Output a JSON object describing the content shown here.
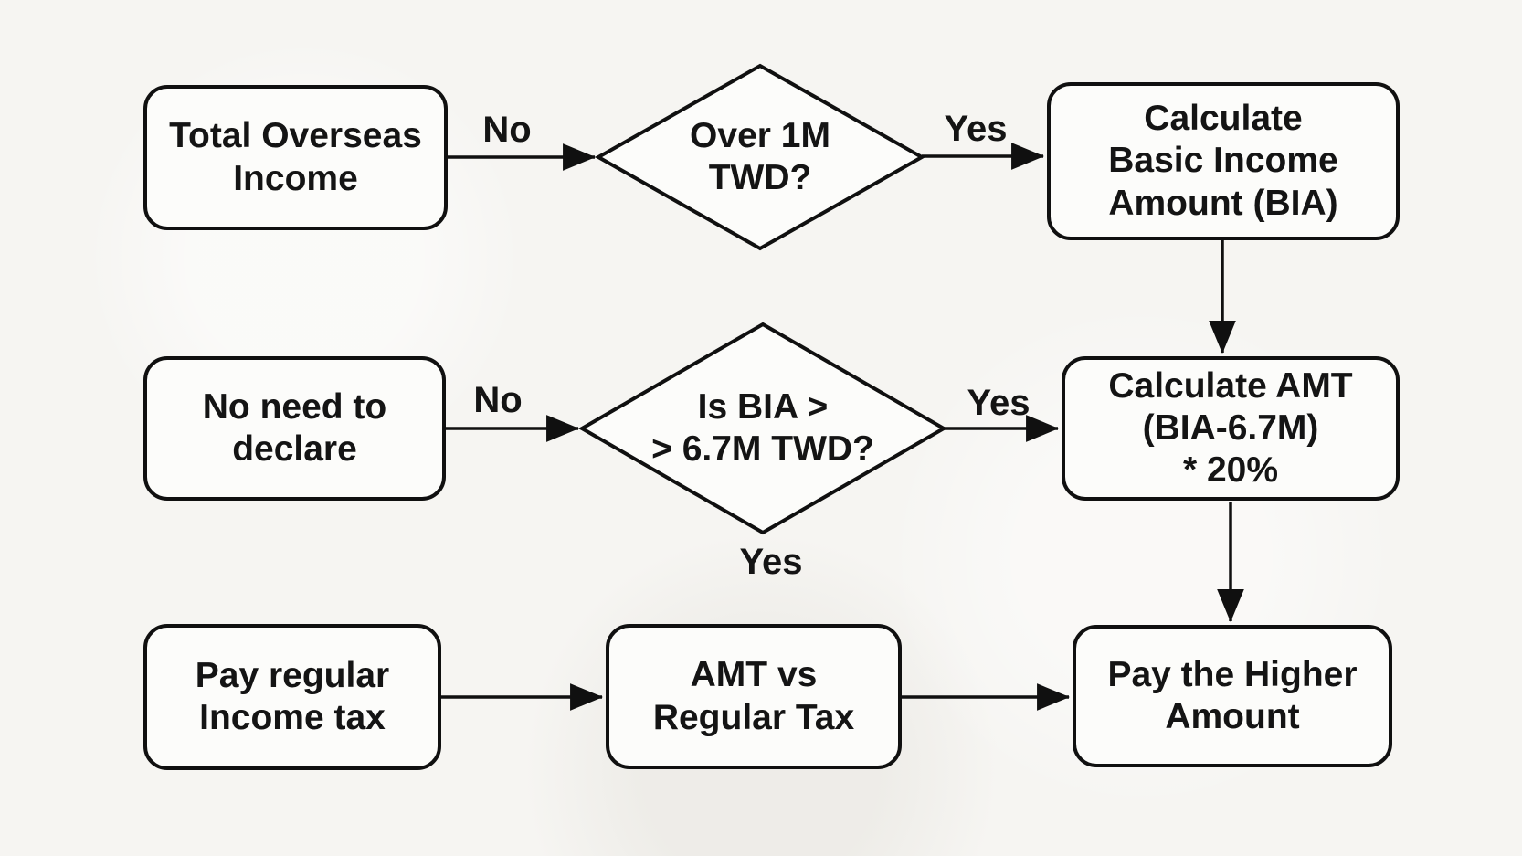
{
  "flowchart": {
    "title": "Overseas income AMT decision flowchart",
    "colors": {
      "background": "#f6f5f2",
      "node_fill": "#fcfcfa",
      "stroke": "#101010",
      "text": "#141414"
    },
    "nodes": {
      "total_overseas_income": {
        "label": "Total Overseas\nIncome"
      },
      "decision_over_1m": {
        "label": "Over 1M\nTWD?"
      },
      "calc_bia": {
        "label": "Calculate\nBasic Income\nAmount (BIA)"
      },
      "no_need_to_declare": {
        "label": "No need to\ndeclare"
      },
      "decision_bia_over_67m": {
        "label": "Is BIA >\n> 6.7M TWD?"
      },
      "calc_amt": {
        "label": "Calculate AMT\n(BIA-6.7M)\n* 20%"
      },
      "pay_regular_tax": {
        "label": "Pay regular\nIncome tax"
      },
      "amt_vs_regular": {
        "label": "AMT vs\nRegular Tax"
      },
      "pay_higher_amount": {
        "label": "Pay the Higher\nAmount"
      }
    },
    "edge_labels": {
      "no_row1": "No",
      "yes_row1": "Yes",
      "no_row2": "No",
      "yes_row2": "Yes",
      "yes_below_diamond2": "Yes"
    }
  }
}
